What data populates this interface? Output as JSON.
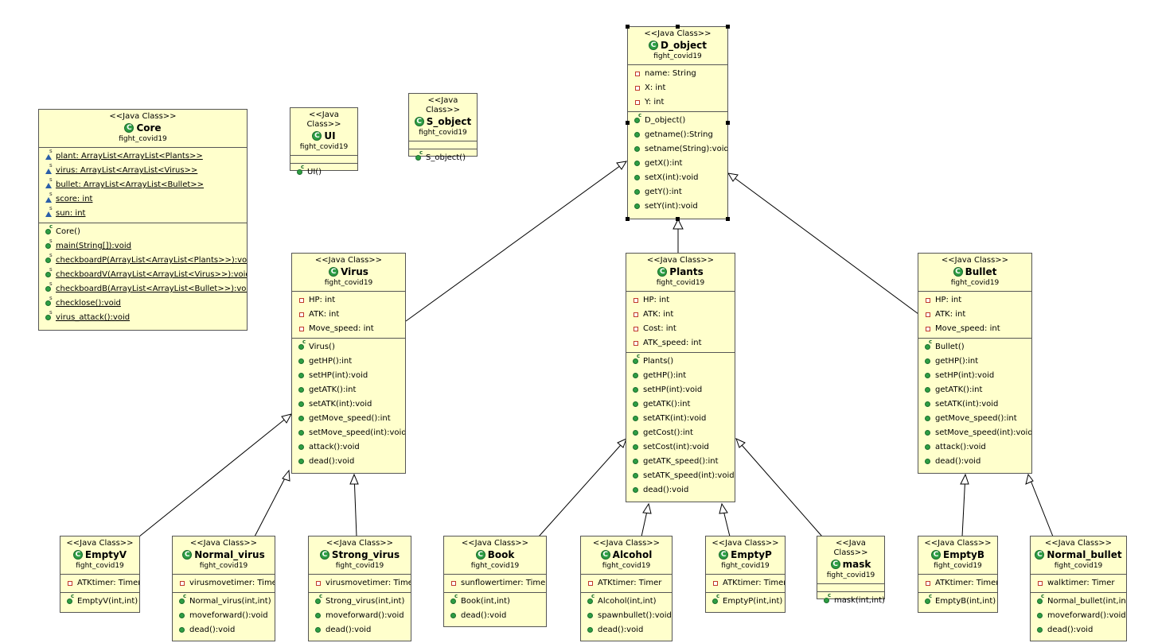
{
  "diagram": {
    "stereotype": "<<Java Class>>",
    "package": "fight_covid19"
  },
  "classes": {
    "core": {
      "name": "Core",
      "fields": [
        {
          "text": "plant: ArrayList<ArrayList<Plants>>",
          "kind": "pkgfield",
          "static": true
        },
        {
          "text": "virus: ArrayList<ArrayList<Virus>>",
          "kind": "pkgfield",
          "static": true
        },
        {
          "text": "bullet: ArrayList<ArrayList<Bullet>>",
          "kind": "pkgfield",
          "static": true
        },
        {
          "text": "score: int",
          "kind": "pkgfield",
          "static": true
        },
        {
          "text": "sun: int",
          "kind": "pkgfield",
          "static": true
        }
      ],
      "methods": [
        {
          "text": "Core()",
          "kind": "ctor"
        },
        {
          "text": "main(String[]):void",
          "kind": "method",
          "static": true
        },
        {
          "text": "checkboardP(ArrayList<ArrayList<Plants>>):void",
          "kind": "method",
          "static": true
        },
        {
          "text": "checkboardV(ArrayList<ArrayList<Virus>>):void",
          "kind": "method",
          "static": true
        },
        {
          "text": "checkboardB(ArrayList<ArrayList<Bullet>>):void",
          "kind": "method",
          "static": true
        },
        {
          "text": "checklose():void",
          "kind": "method",
          "static": true
        },
        {
          "text": "virus_attack():void",
          "kind": "method",
          "static": true
        }
      ]
    },
    "ui": {
      "name": "UI",
      "fields": [],
      "methods": [
        {
          "text": "UI()",
          "kind": "ctor"
        }
      ]
    },
    "s_object": {
      "name": "S_object",
      "fields": [],
      "methods": [
        {
          "text": "S_object()",
          "kind": "ctor"
        }
      ]
    },
    "d_object": {
      "name": "D_object",
      "fields": [
        {
          "text": "name: String",
          "kind": "field"
        },
        {
          "text": "X: int",
          "kind": "field"
        },
        {
          "text": "Y: int",
          "kind": "field"
        }
      ],
      "methods": [
        {
          "text": "D_object()",
          "kind": "ctor"
        },
        {
          "text": "getname():String",
          "kind": "method"
        },
        {
          "text": "setname(String):void",
          "kind": "method"
        },
        {
          "text": "getX():int",
          "kind": "method"
        },
        {
          "text": "setX(int):void",
          "kind": "method"
        },
        {
          "text": "getY():int",
          "kind": "method"
        },
        {
          "text": "setY(int):void",
          "kind": "method"
        }
      ]
    },
    "virus": {
      "name": "Virus",
      "fields": [
        {
          "text": "HP: int",
          "kind": "field"
        },
        {
          "text": "ATK: int",
          "kind": "field"
        },
        {
          "text": "Move_speed: int",
          "kind": "field"
        }
      ],
      "methods": [
        {
          "text": "Virus()",
          "kind": "ctor"
        },
        {
          "text": "getHP():int",
          "kind": "method"
        },
        {
          "text": "setHP(int):void",
          "kind": "method"
        },
        {
          "text": "getATK():int",
          "kind": "method"
        },
        {
          "text": "setATK(int):void",
          "kind": "method"
        },
        {
          "text": "getMove_speed():int",
          "kind": "method"
        },
        {
          "text": "setMove_speed(int):void",
          "kind": "method"
        },
        {
          "text": "attack():void",
          "kind": "method"
        },
        {
          "text": "dead():void",
          "kind": "method"
        }
      ]
    },
    "plants": {
      "name": "Plants",
      "fields": [
        {
          "text": "HP: int",
          "kind": "field"
        },
        {
          "text": "ATK: int",
          "kind": "field"
        },
        {
          "text": "Cost: int",
          "kind": "field"
        },
        {
          "text": "ATK_speed: int",
          "kind": "field"
        }
      ],
      "methods": [
        {
          "text": "Plants()",
          "kind": "ctor"
        },
        {
          "text": "getHP():int",
          "kind": "method"
        },
        {
          "text": "setHP(int):void",
          "kind": "method"
        },
        {
          "text": "getATK():int",
          "kind": "method"
        },
        {
          "text": "setATK(int):void",
          "kind": "method"
        },
        {
          "text": "getCost():int",
          "kind": "method"
        },
        {
          "text": "setCost(int):void",
          "kind": "method"
        },
        {
          "text": "getATK_speed():int",
          "kind": "method"
        },
        {
          "text": "setATK_speed(int):void",
          "kind": "method"
        },
        {
          "text": "dead():void",
          "kind": "method"
        }
      ]
    },
    "bullet": {
      "name": "Bullet",
      "fields": [
        {
          "text": "HP: int",
          "kind": "field"
        },
        {
          "text": "ATK: int",
          "kind": "field"
        },
        {
          "text": "Move_speed: int",
          "kind": "field"
        }
      ],
      "methods": [
        {
          "text": "Bullet()",
          "kind": "ctor"
        },
        {
          "text": "getHP():int",
          "kind": "method"
        },
        {
          "text": "setHP(int):void",
          "kind": "method"
        },
        {
          "text": "getATK():int",
          "kind": "method"
        },
        {
          "text": "setATK(int):void",
          "kind": "method"
        },
        {
          "text": "getMove_speed():int",
          "kind": "method"
        },
        {
          "text": "setMove_speed(int):void",
          "kind": "method"
        },
        {
          "text": "attack():void",
          "kind": "method"
        },
        {
          "text": "dead():void",
          "kind": "method"
        }
      ]
    },
    "emptyv": {
      "name": "EmptyV",
      "fields": [
        {
          "text": "ATKtimer: Timer",
          "kind": "field"
        }
      ],
      "methods": [
        {
          "text": "EmptyV(int,int)",
          "kind": "ctor"
        }
      ]
    },
    "normal_virus": {
      "name": "Normal_virus",
      "fields": [
        {
          "text": "virusmovetimer: Timer",
          "kind": "field"
        }
      ],
      "methods": [
        {
          "text": "Normal_virus(int,int)",
          "kind": "ctor"
        },
        {
          "text": "moveforward():void",
          "kind": "method"
        },
        {
          "text": "dead():void",
          "kind": "method"
        }
      ]
    },
    "strong_virus": {
      "name": "Strong_virus",
      "fields": [
        {
          "text": "virusmovetimer: Timer",
          "kind": "field"
        }
      ],
      "methods": [
        {
          "text": "Strong_virus(int,int)",
          "kind": "ctor"
        },
        {
          "text": "moveforward():void",
          "kind": "method"
        },
        {
          "text": "dead():void",
          "kind": "method"
        }
      ]
    },
    "book": {
      "name": "Book",
      "fields": [
        {
          "text": "sunflowertimer: Timer",
          "kind": "field"
        }
      ],
      "methods": [
        {
          "text": "Book(int,int)",
          "kind": "ctor"
        },
        {
          "text": "dead():void",
          "kind": "method"
        }
      ]
    },
    "alcohol": {
      "name": "Alcohol",
      "fields": [
        {
          "text": "ATKtimer: Timer",
          "kind": "field"
        }
      ],
      "methods": [
        {
          "text": "Alcohol(int,int)",
          "kind": "ctor"
        },
        {
          "text": "spawnbullet():void",
          "kind": "method"
        },
        {
          "text": "dead():void",
          "kind": "method"
        }
      ]
    },
    "emptyp": {
      "name": "EmptyP",
      "fields": [
        {
          "text": "ATKtimer: Timer",
          "kind": "field"
        }
      ],
      "methods": [
        {
          "text": "EmptyP(int,int)",
          "kind": "ctor"
        }
      ]
    },
    "mask": {
      "name": "mask",
      "fields": [],
      "methods": [
        {
          "text": "mask(int,int)",
          "kind": "ctor"
        }
      ]
    },
    "emptyb": {
      "name": "EmptyB",
      "fields": [
        {
          "text": "ATKtimer: Timer",
          "kind": "field"
        }
      ],
      "methods": [
        {
          "text": "EmptyB(int,int)",
          "kind": "ctor"
        }
      ]
    },
    "normal_bullet": {
      "name": "Normal_bullet",
      "fields": [
        {
          "text": "walktimer: Timer",
          "kind": "field"
        }
      ],
      "methods": [
        {
          "text": "Normal_bullet(int,int)",
          "kind": "ctor"
        },
        {
          "text": "moveforward():void",
          "kind": "method"
        },
        {
          "text": "dead():void",
          "kind": "method"
        }
      ]
    }
  }
}
